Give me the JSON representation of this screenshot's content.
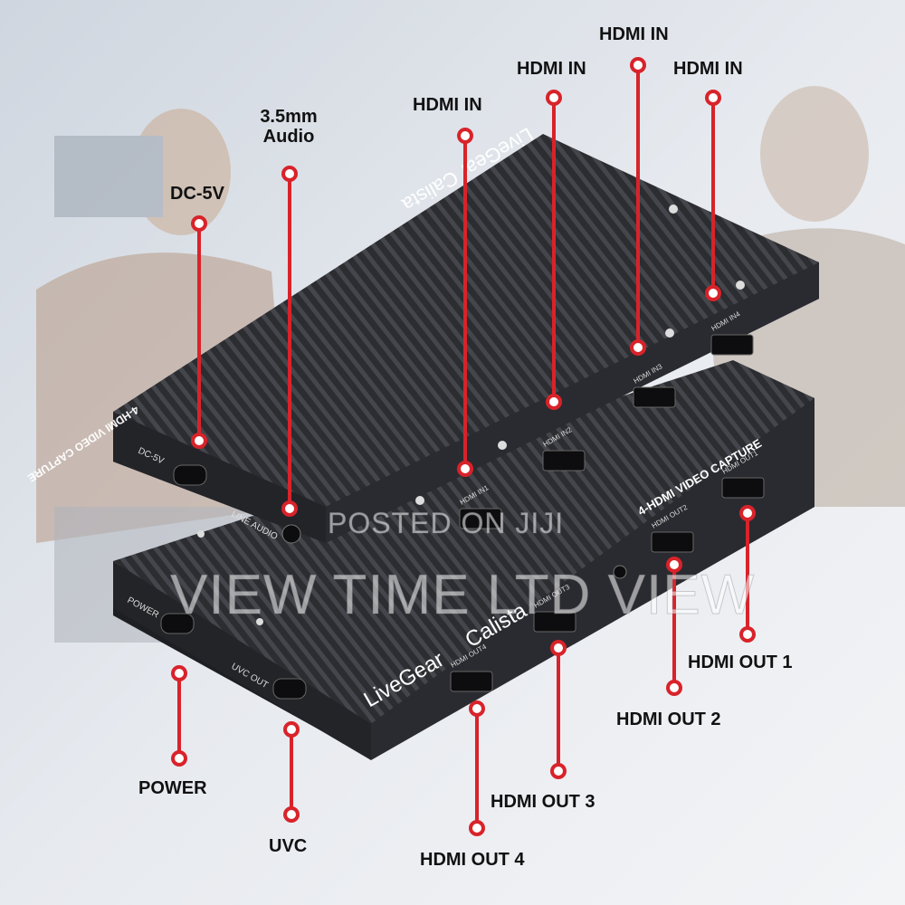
{
  "product": {
    "brand": "LiveGear",
    "model": "Calista",
    "subtitle": "4-HDMI VIDEO CAPTURE"
  },
  "device_top": {
    "ports": {
      "dc": "DC-5V",
      "line_audio": "LINE AUDIO",
      "hdmi_in_1": "HDMI IN1",
      "hdmi_in_2": "HDMI IN2",
      "hdmi_in_3": "HDMI IN3",
      "hdmi_in_4": "HDMI IN4"
    }
  },
  "device_bottom": {
    "ports": {
      "power": "POWER",
      "uvc_out": "UVC OUT",
      "hdmi_out_1": "HDMI OUT1",
      "hdmi_out_2": "HDMI OUT2",
      "hdmi_out_3": "HDMI OUT3",
      "hdmi_out_4": "HDMI OUT4"
    }
  },
  "callouts": {
    "dc_5v": "DC-5V",
    "audio_line1": "3.5mm",
    "audio_line2": "Audio",
    "hdmi_in_a": "HDMI IN",
    "hdmi_in_b": "HDMI IN",
    "hdmi_in_c": "HDMI IN",
    "hdmi_in_d": "HDMI IN",
    "hdmi_out_1": "HDMI OUT 1",
    "hdmi_out_2": "HDMI OUT 2",
    "hdmi_out_3": "HDMI OUT 3",
    "hdmi_out_4": "HDMI OUT 4",
    "power": "POWER",
    "uvc": "UVC"
  },
  "watermark": {
    "line1": "POSTED ON JIJI",
    "line2": "VIEW TIME LTD VIEW"
  },
  "colors": {
    "callout_red": "#d8232a",
    "device_body": "#2b2c30",
    "background": "#dfe3ea"
  }
}
